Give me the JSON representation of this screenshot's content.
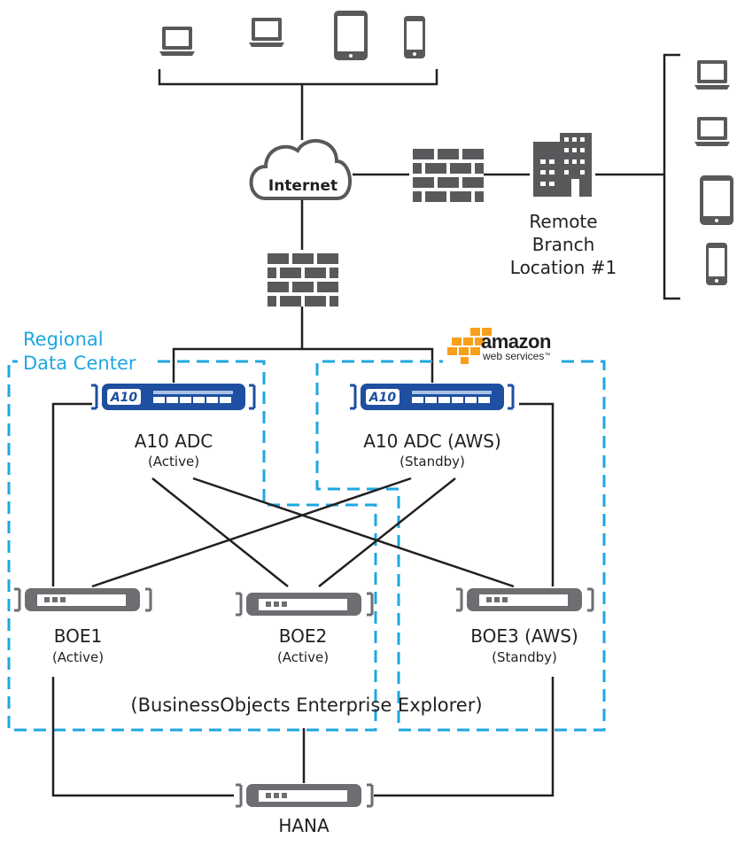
{
  "internet": {
    "label": "Internet"
  },
  "remote_branch": {
    "line1": "Remote",
    "line2": "Branch",
    "line3": "Location #1"
  },
  "regional_dc": {
    "line1": "Regional",
    "line2": "Data Center"
  },
  "aws_logo": {
    "word": "amazon",
    "sub": "web services",
    "tm": "™"
  },
  "adc_logo_text": "A10",
  "adcs": [
    {
      "name": "A10 ADC",
      "status": "(Active)"
    },
    {
      "name": "A10 ADC (AWS)",
      "status": "(Standby)"
    }
  ],
  "boes": [
    {
      "name": "BOE1",
      "status": "(Active)"
    },
    {
      "name": "BOE2",
      "status": "(Active)"
    },
    {
      "name": "BOE3 (AWS)",
      "status": "(Standby)"
    }
  ],
  "boe_caption": "(BusinessObjects Enterprise Explorer)",
  "hana": {
    "name": "HANA"
  },
  "colors": {
    "accent": "#1ea7e1",
    "adc_blue": "#1e4fa0",
    "server_gray": "#6d6e71",
    "aws_orange": "#f7a01a",
    "line": "#231f20"
  },
  "icons": [
    "laptop-icon",
    "tablet-icon",
    "phone-icon",
    "cloud-icon",
    "firewall-icon",
    "building-icon",
    "adc-device-icon",
    "server-icon",
    "aws-boxes-icon"
  ]
}
